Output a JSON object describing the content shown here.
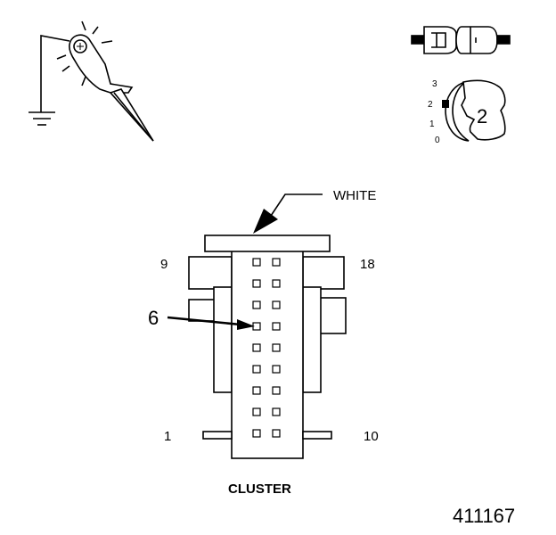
{
  "connector": {
    "color_label": "WHITE",
    "name": "CLUSTER",
    "pin_top_left": "9",
    "pin_top_right": "18",
    "pin_bottom_left": "1",
    "pin_bottom_right": "10",
    "callout_pin": "6",
    "rows": 9,
    "cols": 2
  },
  "ignition": {
    "positions": [
      "3",
      "2",
      "1",
      "0"
    ],
    "selected": "2"
  },
  "figure_number": "411167",
  "icons": {
    "test_light": "test-light-icon",
    "ground": "ground-symbol-icon",
    "jumper": "fused-jumper-icon",
    "ignition_switch": "ignition-key-icon"
  }
}
